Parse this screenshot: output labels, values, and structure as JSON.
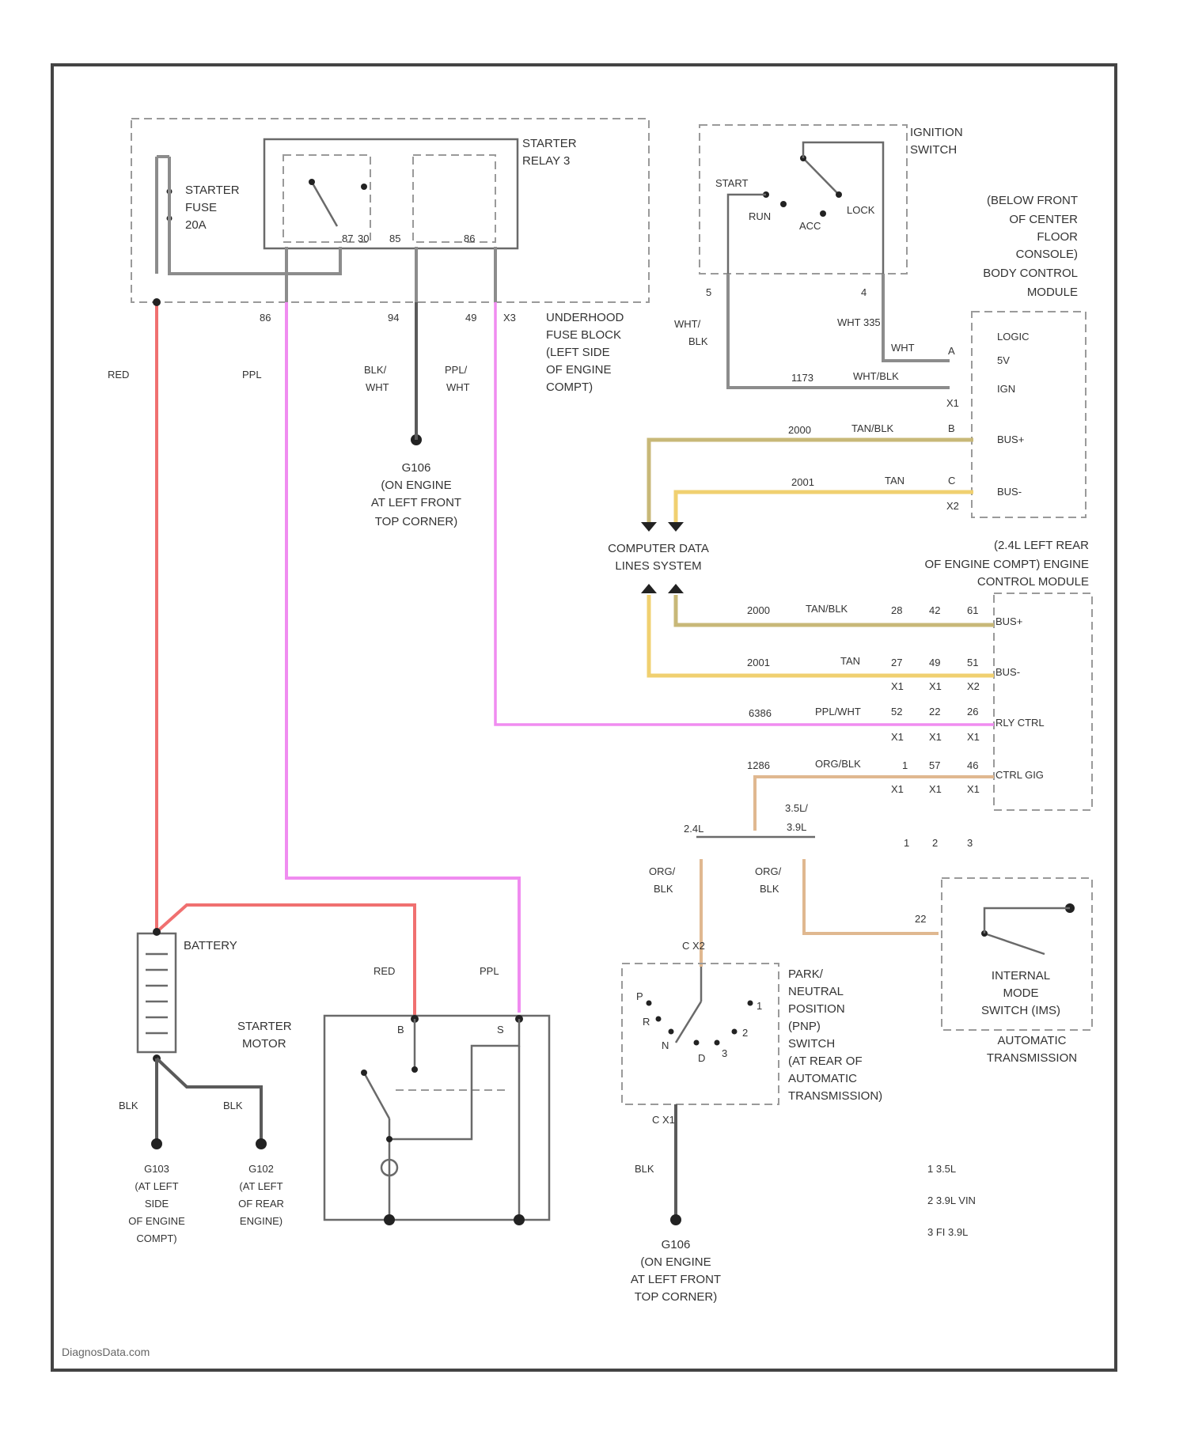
{
  "colors": {
    "red": "#f07070",
    "pink": "#f08cf0",
    "tan": "#c8b878",
    "yellow": "#f0d070",
    "orange": "#e0b890",
    "gray": "#8c8c8c"
  },
  "components": {
    "starter_relay": [
      "STARTER",
      "RELAY 3"
    ],
    "starter_fuse": [
      "STARTER",
      "FUSE",
      "20A"
    ],
    "ignition_switch": [
      "IGNITION",
      "SWITCH"
    ],
    "ign_positions": {
      "start": "START",
      "run": "RUN",
      "acc": "ACC",
      "lock": "LOCK"
    },
    "underhood_fuse": [
      "UNDERHOOD",
      "FUSE BLOCK",
      "(LEFT SIDE",
      "OF ENGINE",
      "COMPT)"
    ],
    "bcm": [
      "(BELOW FRONT",
      "OF CENTER",
      "FLOOR",
      "CONSOLE)",
      "BODY CONTROL",
      "MODULE"
    ],
    "bcm_logic": "LOGIC",
    "g106_top": [
      "G106",
      "(ON ENGINE",
      "AT LEFT FRONT",
      "TOP CORNER)"
    ],
    "data_lines": [
      "COMPUTER DATA",
      "LINES SYSTEM"
    ],
    "ecm": [
      "(2.4L LEFT REAR",
      "OF ENGINE COMPT) ENGINE",
      "CONTROL MODULE"
    ],
    "battery": "BATTERY",
    "starter_motor": [
      "STARTER",
      "MOTOR"
    ],
    "g103": [
      "G103",
      "(AT LEFT",
      "SIDE",
      "OF ENGINE",
      "COMPT)"
    ],
    "g102": [
      "G102",
      "(AT LEFT",
      "OF REAR",
      "ENGINE)"
    ],
    "pnp": [
      "PARK/",
      "NEUTRAL",
      "POSITION",
      "(PNP)",
      "SWITCH",
      "(AT REAR OF",
      "AUTOMATIC",
      "TRANSMISSION)"
    ],
    "g106_bottom": [
      "G106",
      "(ON ENGINE",
      "AT LEFT FRONT",
      "TOP CORNER)"
    ],
    "imsw": [
      "INTERNAL",
      "MODE",
      "SWITCH (IMS)"
    ],
    "auto_trans": [
      "AUTOMATIC",
      "TRANSMISSION"
    ],
    "watermark": "DiagnosData.com"
  },
  "pins": {
    "relay": [
      "87",
      "30",
      "85",
      "86"
    ],
    "fuse_block": [
      "86",
      "94",
      "49",
      "X3"
    ],
    "bcm_logic": [
      "5V",
      "IGN",
      "BUS+",
      "BUS-"
    ],
    "ecm_pins": [
      "BUS+",
      "BUS-",
      "RLY CTRL",
      "CTRL GIG"
    ],
    "ecm_row_bus_plus": [
      "28",
      "42",
      "61"
    ],
    "ecm_row_bus_minus": [
      "27",
      "49",
      "51"
    ],
    "ecm_row_rly": [
      "52",
      "22",
      "26"
    ],
    "ecm_row_ctrl": [
      "1",
      "57",
      "46"
    ],
    "ecm_conn": "X1",
    "ecm_conn2": "X2",
    "ecm_notes": [
      "1",
      "2",
      "3"
    ],
    "ign_pins": [
      "5",
      "4"
    ],
    "bcm_pins": [
      "X1",
      "X2"
    ],
    "bcm_small": [
      "A",
      "B",
      "C"
    ],
    "motor_pins": [
      "B",
      "S"
    ],
    "pnp_top": "C X2",
    "pnp_bottom": "C X1",
    "ims_pin": "22",
    "pnp_labels": [
      "P",
      "R",
      "N",
      "D",
      "3",
      "2",
      "1"
    ]
  },
  "wires": {
    "red": "RED",
    "ppl": "PPL",
    "blk_wht": [
      "BLK/",
      "WHT"
    ],
    "ppl_wht": [
      "PPL/",
      "WHT"
    ],
    "wht_blk": [
      "WHT/",
      "BLK"
    ],
    "wht_335": "WHT  335",
    "wht_2": "WHT",
    "c_1173": "1173",
    "wht_blk_2": "WHT/BLK",
    "c_2000": "2000",
    "tan_blk": "TAN/BLK",
    "c_2001": "2001",
    "tan": "TAN",
    "c_2000b": "2000",
    "tan_blk_b": "TAN/BLK",
    "c_2001b": "2001",
    "tan_b": "TAN",
    "c_6386": "6386",
    "ppl_wht_2": "PPL/WHT",
    "c_1286": "1286",
    "org_blk": "ORG/BLK",
    "split_left": "2.4L",
    "split_right": [
      "3.5L/",
      "3.9L"
    ],
    "org_blk_l": [
      "ORG/",
      "BLK"
    ],
    "org_blk_r": [
      "ORG/",
      "BLK"
    ],
    "red_2": "RED",
    "ppl_2": "PPL",
    "blk_1": "BLK",
    "blk_2": "BLK",
    "blk_3": "BLK"
  },
  "notes": [
    "1  3.5L",
    "2  3.9L VIN",
    "3  FI 3.9L"
  ]
}
